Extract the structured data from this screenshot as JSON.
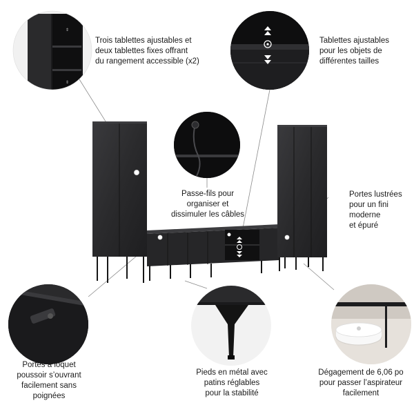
{
  "callouts": {
    "shelves_x2": [
      "Trois tablettes ajustables et",
      "deux tablettes fixes offrant",
      "du rangement accessible (x2)"
    ],
    "adjustable_shelves": [
      "Tablettes ajustables",
      "pour les objets de",
      "différentes tailles"
    ],
    "cable_pass": [
      "Passe-fils pour",
      "organiser et",
      "dissimuler les câbles"
    ],
    "glossy_doors": [
      "Portes lustrées",
      "pour un fini",
      "moderne",
      "et épuré"
    ],
    "push_doors": [
      "Portes à loquet",
      "poussoir s’ouvrant",
      "facilement sans",
      "poignées"
    ],
    "metal_legs": [
      "Pieds en métal avec",
      "patins réglables",
      "pour la stabilité"
    ],
    "clearance": [
      "Dégagement de 6,06 po",
      "pour passer l’aspirateur",
      "facilement"
    ]
  },
  "colors": {
    "cabinet": "#2b2b2d",
    "cabinet_dark": "#1c1c1e",
    "leg": "#151515",
    "floor": "#e9e6e2",
    "line": "#8a8a8a"
  }
}
